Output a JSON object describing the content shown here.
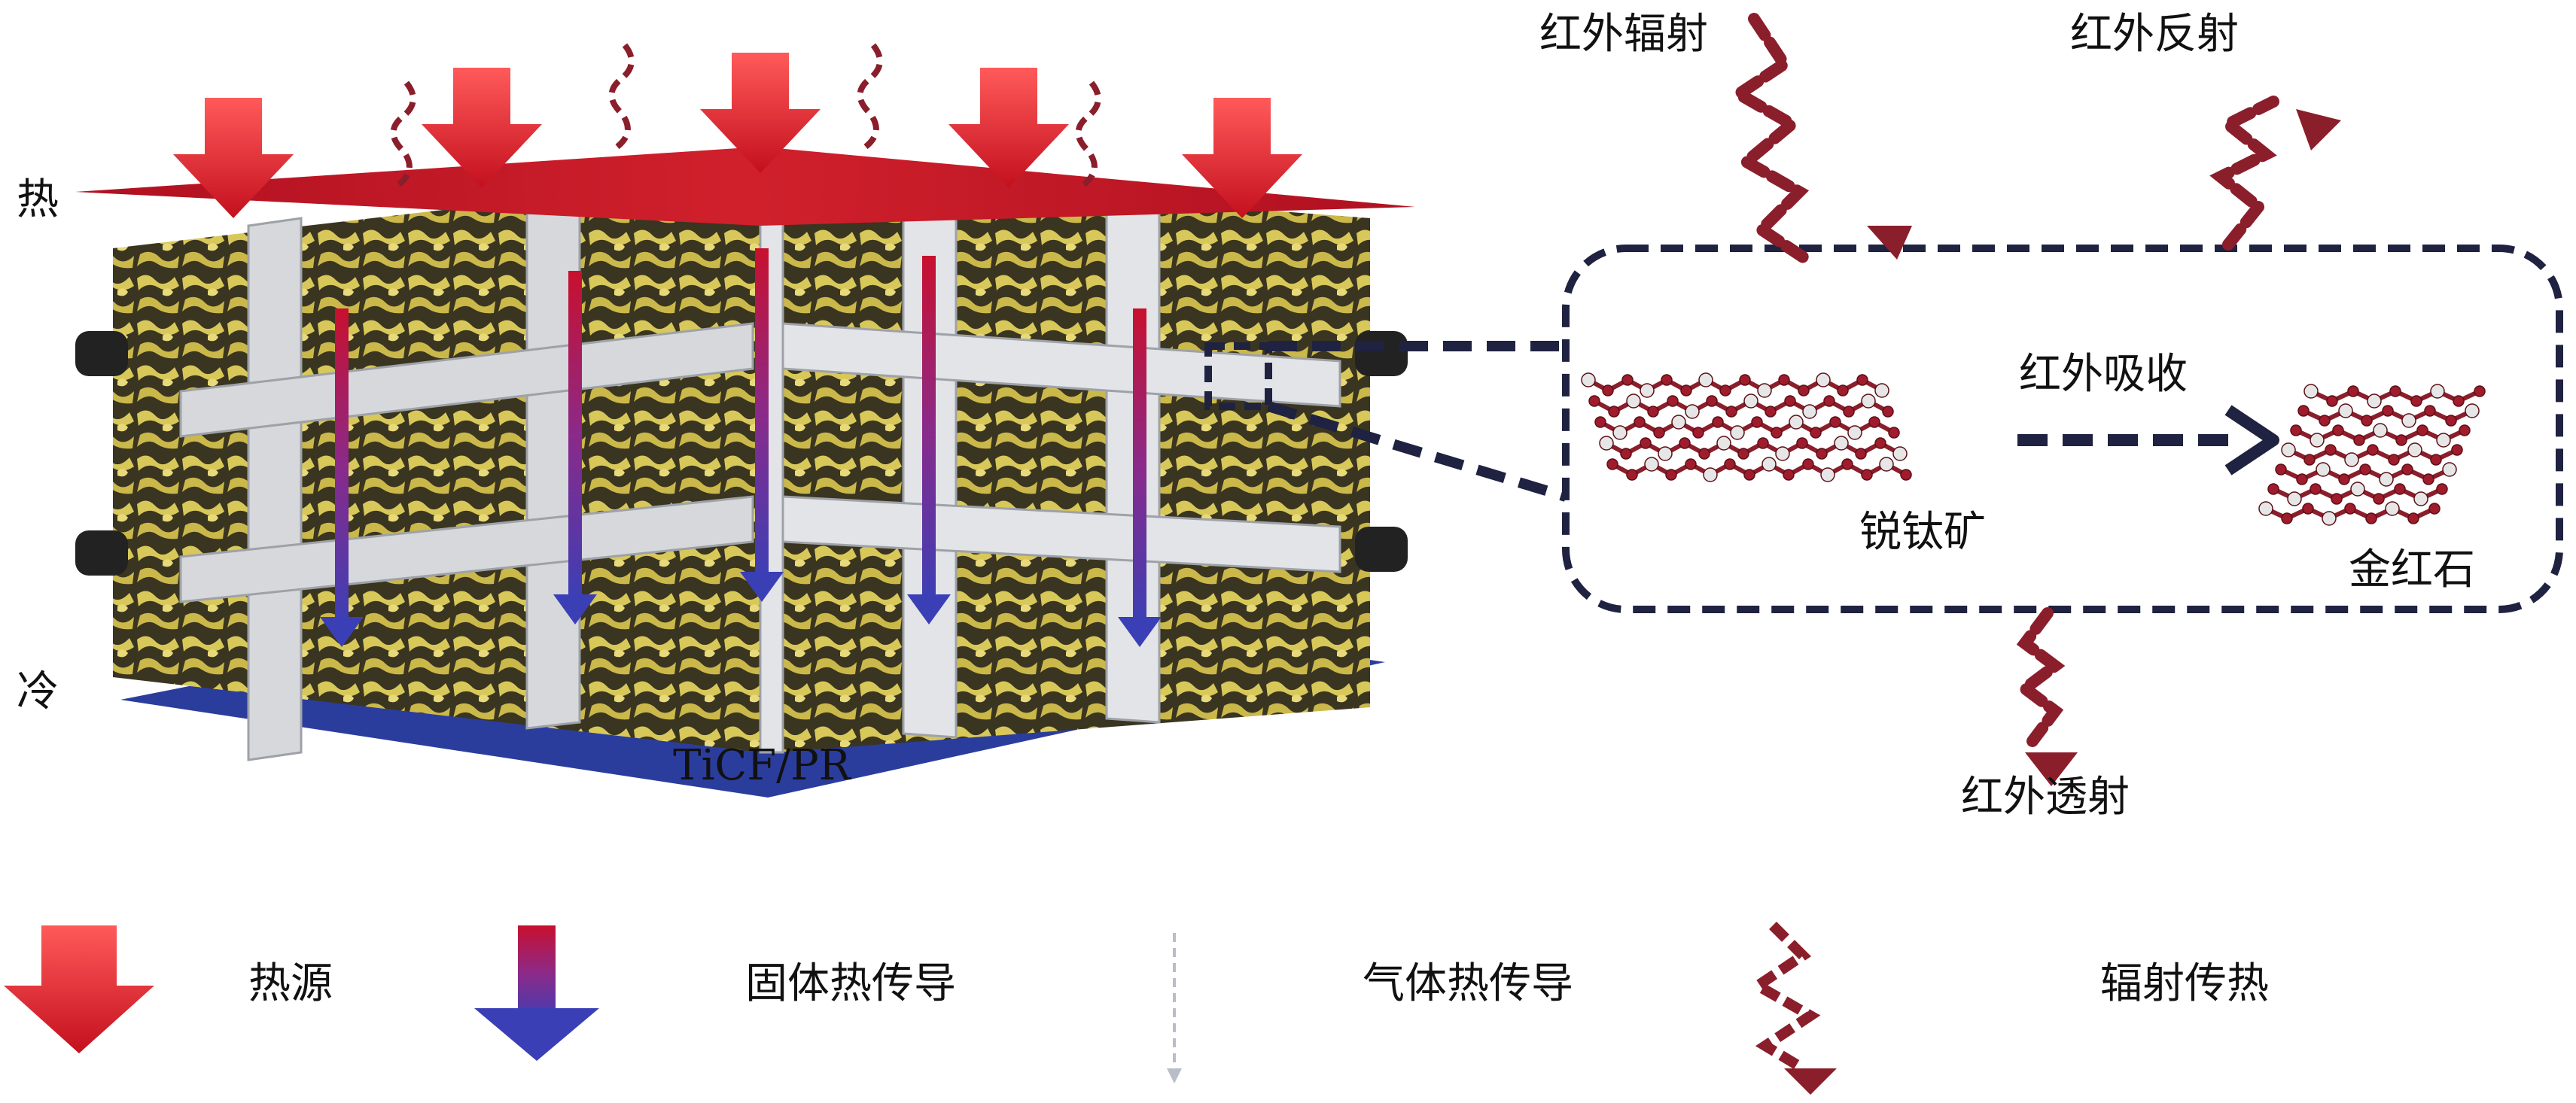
{
  "structure": {
    "side_hot": "热",
    "side_cold": "冷",
    "material": "TiCF/PR"
  },
  "zoom": {
    "ir_radiation": "红外辐射",
    "ir_reflection": "红外反射",
    "ir_absorption": "红外吸收",
    "ir_transmission": "红外透射",
    "anatase": "锐钛矿",
    "rutile": "金红石"
  },
  "legend": {
    "heat_source": "热源",
    "solid_conduction": "固体热传导",
    "gas_conduction": "气体热传导",
    "radiation": "辐射传热"
  },
  "colors": {
    "heat_red": "#c8102e",
    "cold_blue": "#2b3d9c",
    "foam_yellow": "#d8c85a",
    "strut_grey": "#d6d8dc",
    "box_navy": "#1f2240",
    "wave_red": "#8b1e2b"
  }
}
